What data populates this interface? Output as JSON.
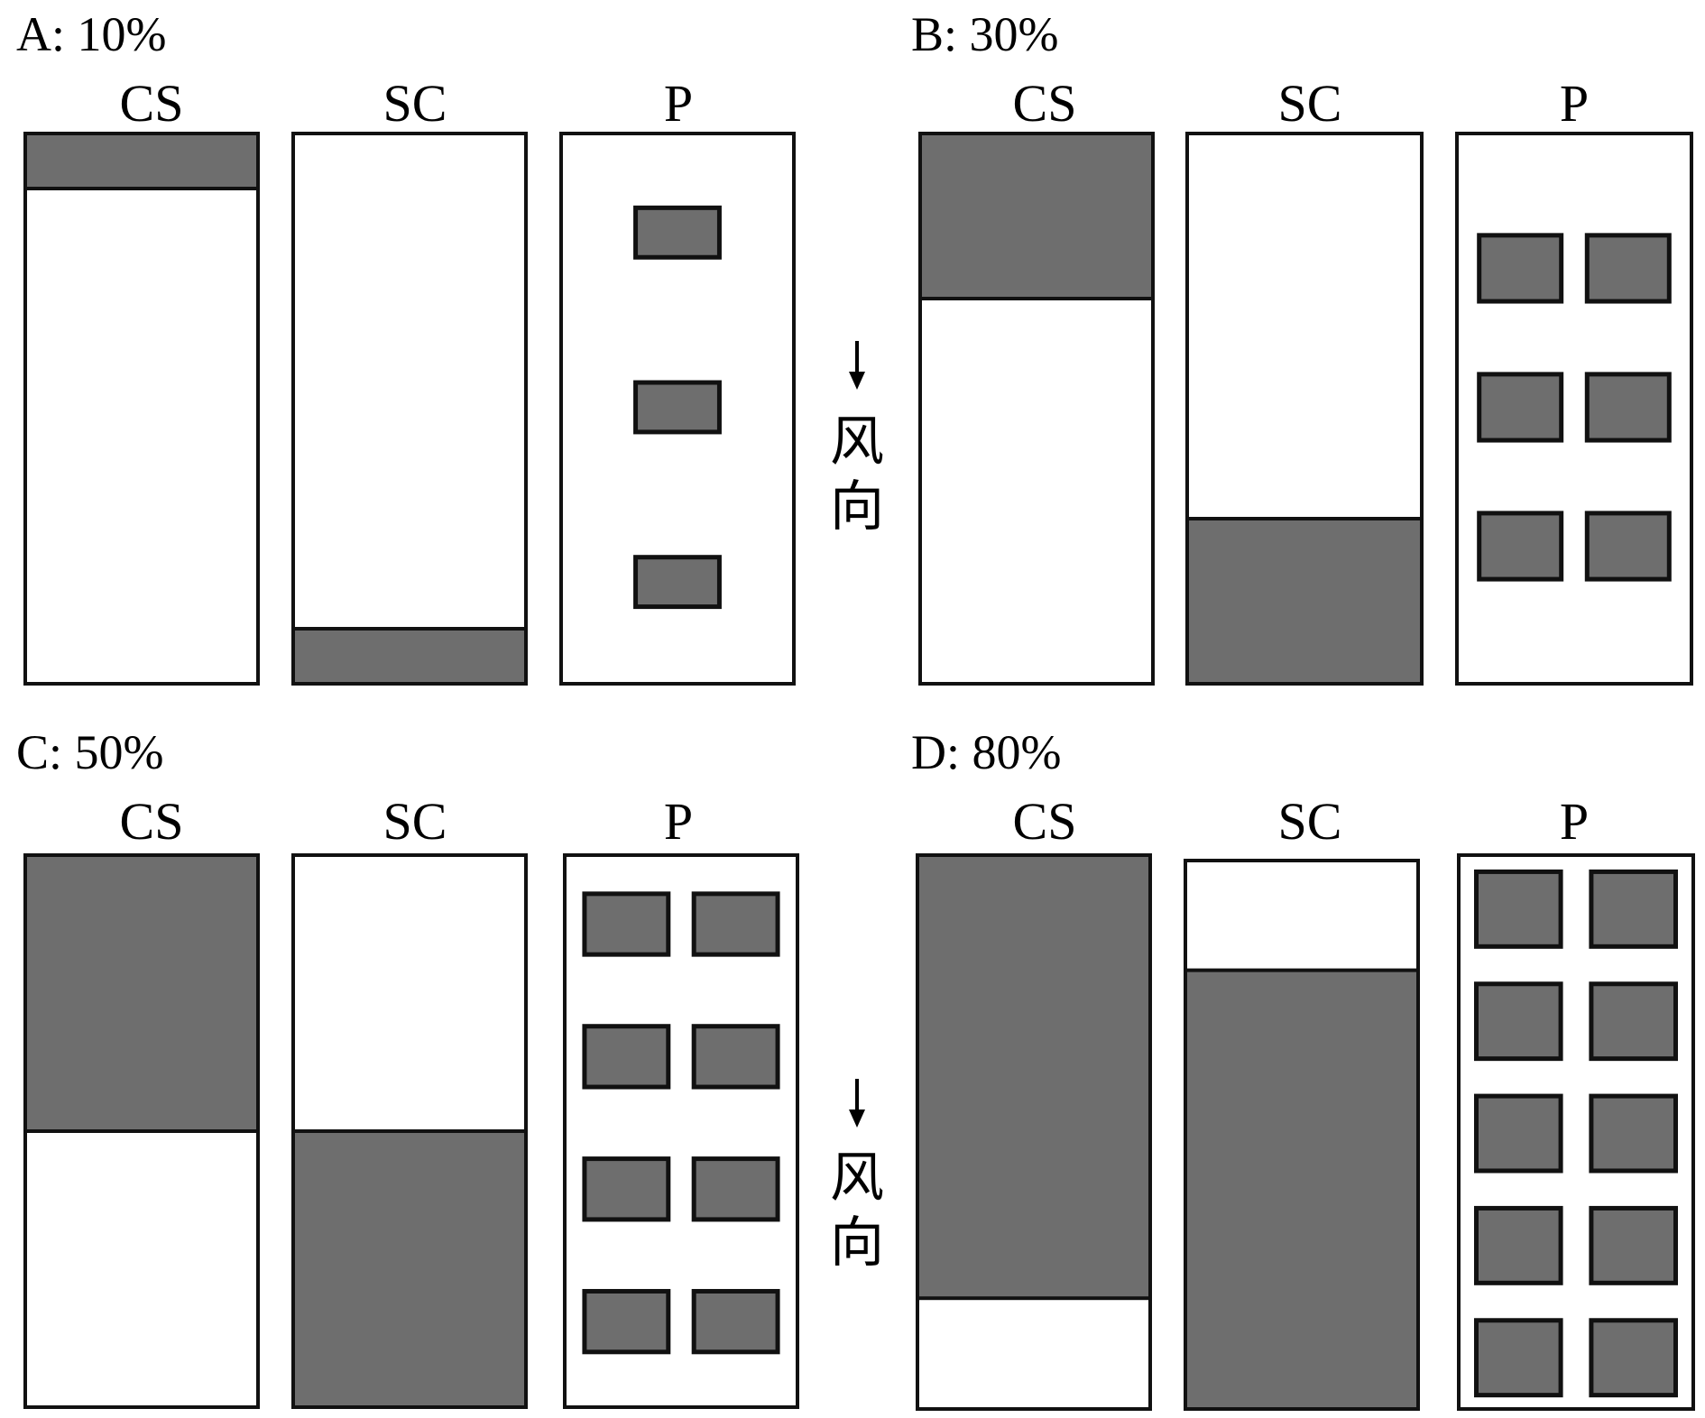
{
  "colors": {
    "fill": "#6e6e6e",
    "outline": "#111111",
    "background": "#ffffff"
  },
  "column_labels": [
    "CS",
    "SC",
    "P"
  ],
  "wind_direction": {
    "label": "风向",
    "arrow_icon": "down-arrow-icon"
  },
  "panels": [
    {
      "id": "A",
      "title": "A: 10%",
      "cs_fill_fraction": 0.1,
      "cs_fill_side": "top",
      "sc_fill_fraction": 0.1,
      "sc_fill_side": "bottom",
      "p_grid": {
        "cols": 1,
        "rows": 3
      }
    },
    {
      "id": "B",
      "title": "B: 30%",
      "cs_fill_fraction": 0.3,
      "cs_fill_side": "top",
      "sc_fill_fraction": 0.3,
      "sc_fill_side": "bottom",
      "p_grid": {
        "cols": 2,
        "rows": 3
      }
    },
    {
      "id": "C",
      "title": "C: 50%",
      "cs_fill_fraction": 0.5,
      "cs_fill_side": "top",
      "sc_fill_fraction": 0.5,
      "sc_fill_side": "bottom",
      "p_grid": {
        "cols": 2,
        "rows": 4
      }
    },
    {
      "id": "D",
      "title": "D: 80%",
      "cs_fill_fraction": 0.8,
      "cs_fill_side": "top",
      "sc_fill_fraction": 0.8,
      "sc_fill_side": "bottom",
      "p_grid": {
        "cols": 2,
        "rows": 5
      }
    }
  ]
}
